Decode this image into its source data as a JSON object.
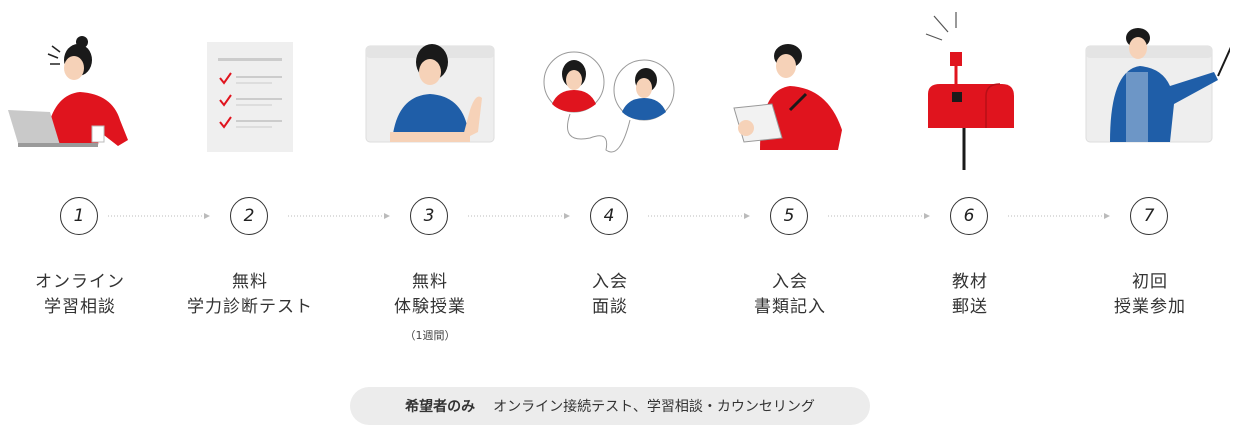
{
  "steps": [
    {
      "number": "1",
      "line1": "オンライン",
      "line2": "学習相談",
      "note": ""
    },
    {
      "number": "2",
      "line1": "無料",
      "line2": "学力診断テスト",
      "note": ""
    },
    {
      "number": "3",
      "line1": "無料",
      "line2": "体験授業",
      "note": "（1週間）"
    },
    {
      "number": "4",
      "line1": "入会",
      "line2": "面談",
      "note": ""
    },
    {
      "number": "5",
      "line1": "入会",
      "line2": "書類記入",
      "note": ""
    },
    {
      "number": "6",
      "line1": "教材",
      "line2": "郵送",
      "note": ""
    },
    {
      "number": "7",
      "line1": "初回",
      "line2": "授業参加",
      "note": ""
    }
  ],
  "footer": {
    "bold": "希望者のみ",
    "text": "オンライン接続テスト、学習相談・カウンセリング"
  },
  "colors": {
    "accent": "#e0141e",
    "blue": "#1f5ea8",
    "gray": "#eeeeee"
  }
}
